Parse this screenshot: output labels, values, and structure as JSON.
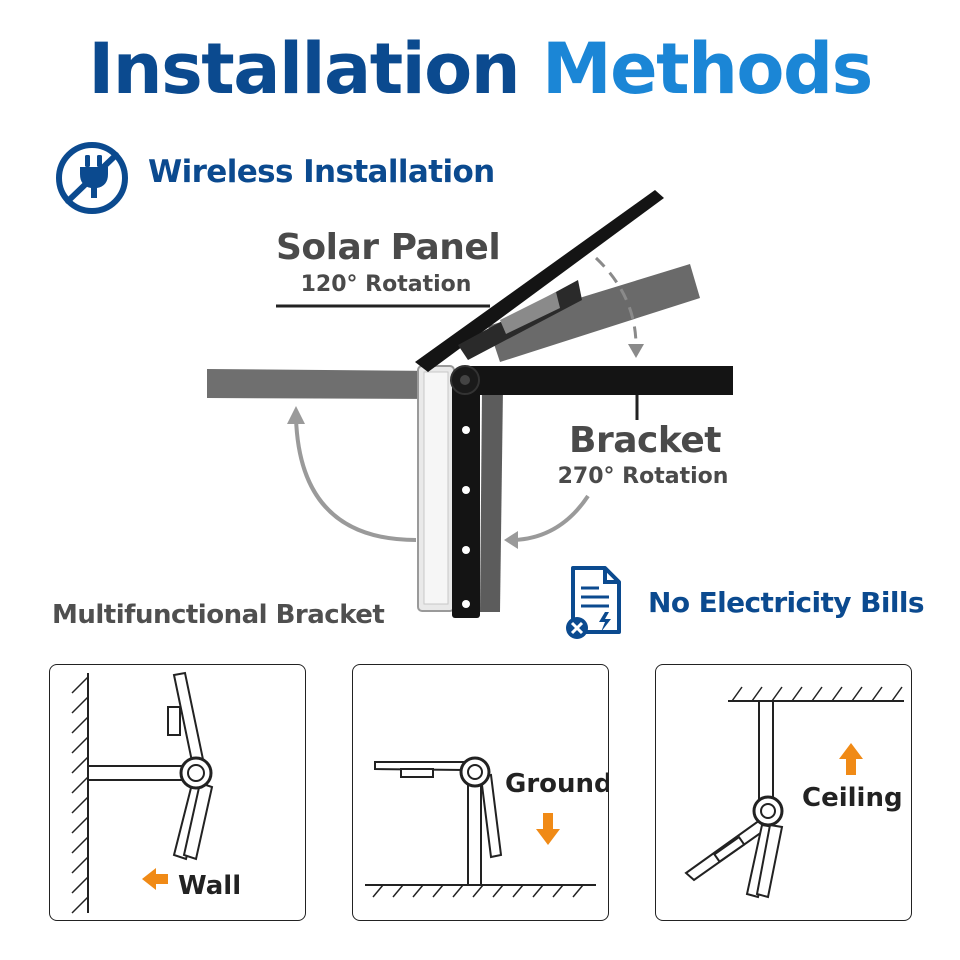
{
  "title": {
    "word1": "Installation",
    "word2": "Methods"
  },
  "features": {
    "wireless": "Wireless Installation",
    "no_bills": "No Electricity Bills"
  },
  "diagram": {
    "solar_panel_title": "Solar Panel",
    "solar_panel_rotation": "120° Rotation",
    "bracket_title": "Bracket",
    "bracket_rotation": "270° Rotation"
  },
  "section_label": "Multifunctional Bracket",
  "mounts": [
    {
      "label": "Wall",
      "arrow": "left"
    },
    {
      "label": "Ground",
      "arrow": "down"
    },
    {
      "label": "Ceiling",
      "arrow": "up"
    }
  ],
  "icons": {
    "no_plug": "no-plug-icon",
    "bill": "no-bill-icon",
    "arrow_color": "#f08a16"
  },
  "colors": {
    "title_dark": "#0b4a8f",
    "title_light": "#1b86d6",
    "label_gray": "#4a4a4a"
  }
}
